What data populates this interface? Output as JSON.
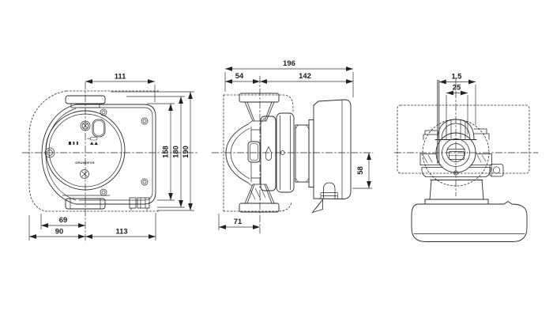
{
  "brand": "GRUNDFOS",
  "dims": {
    "front_top_width": "111",
    "front_height_inner": "158",
    "front_height_mid": "180",
    "front_height_overall": "190",
    "front_bottom_inner": "69",
    "front_bottom_left": "90",
    "front_bottom_right": "113",
    "side_overall_length": "196",
    "side_front_section": "54",
    "side_rear_section": "142",
    "side_center_to_bottom": "58",
    "side_shell_to_axis": "71",
    "end_offset": "1.5",
    "end_port_width": "25"
  },
  "colors": {
    "line": "#2a2a2a",
    "dim_line": "#333333",
    "background": "#ffffff"
  }
}
